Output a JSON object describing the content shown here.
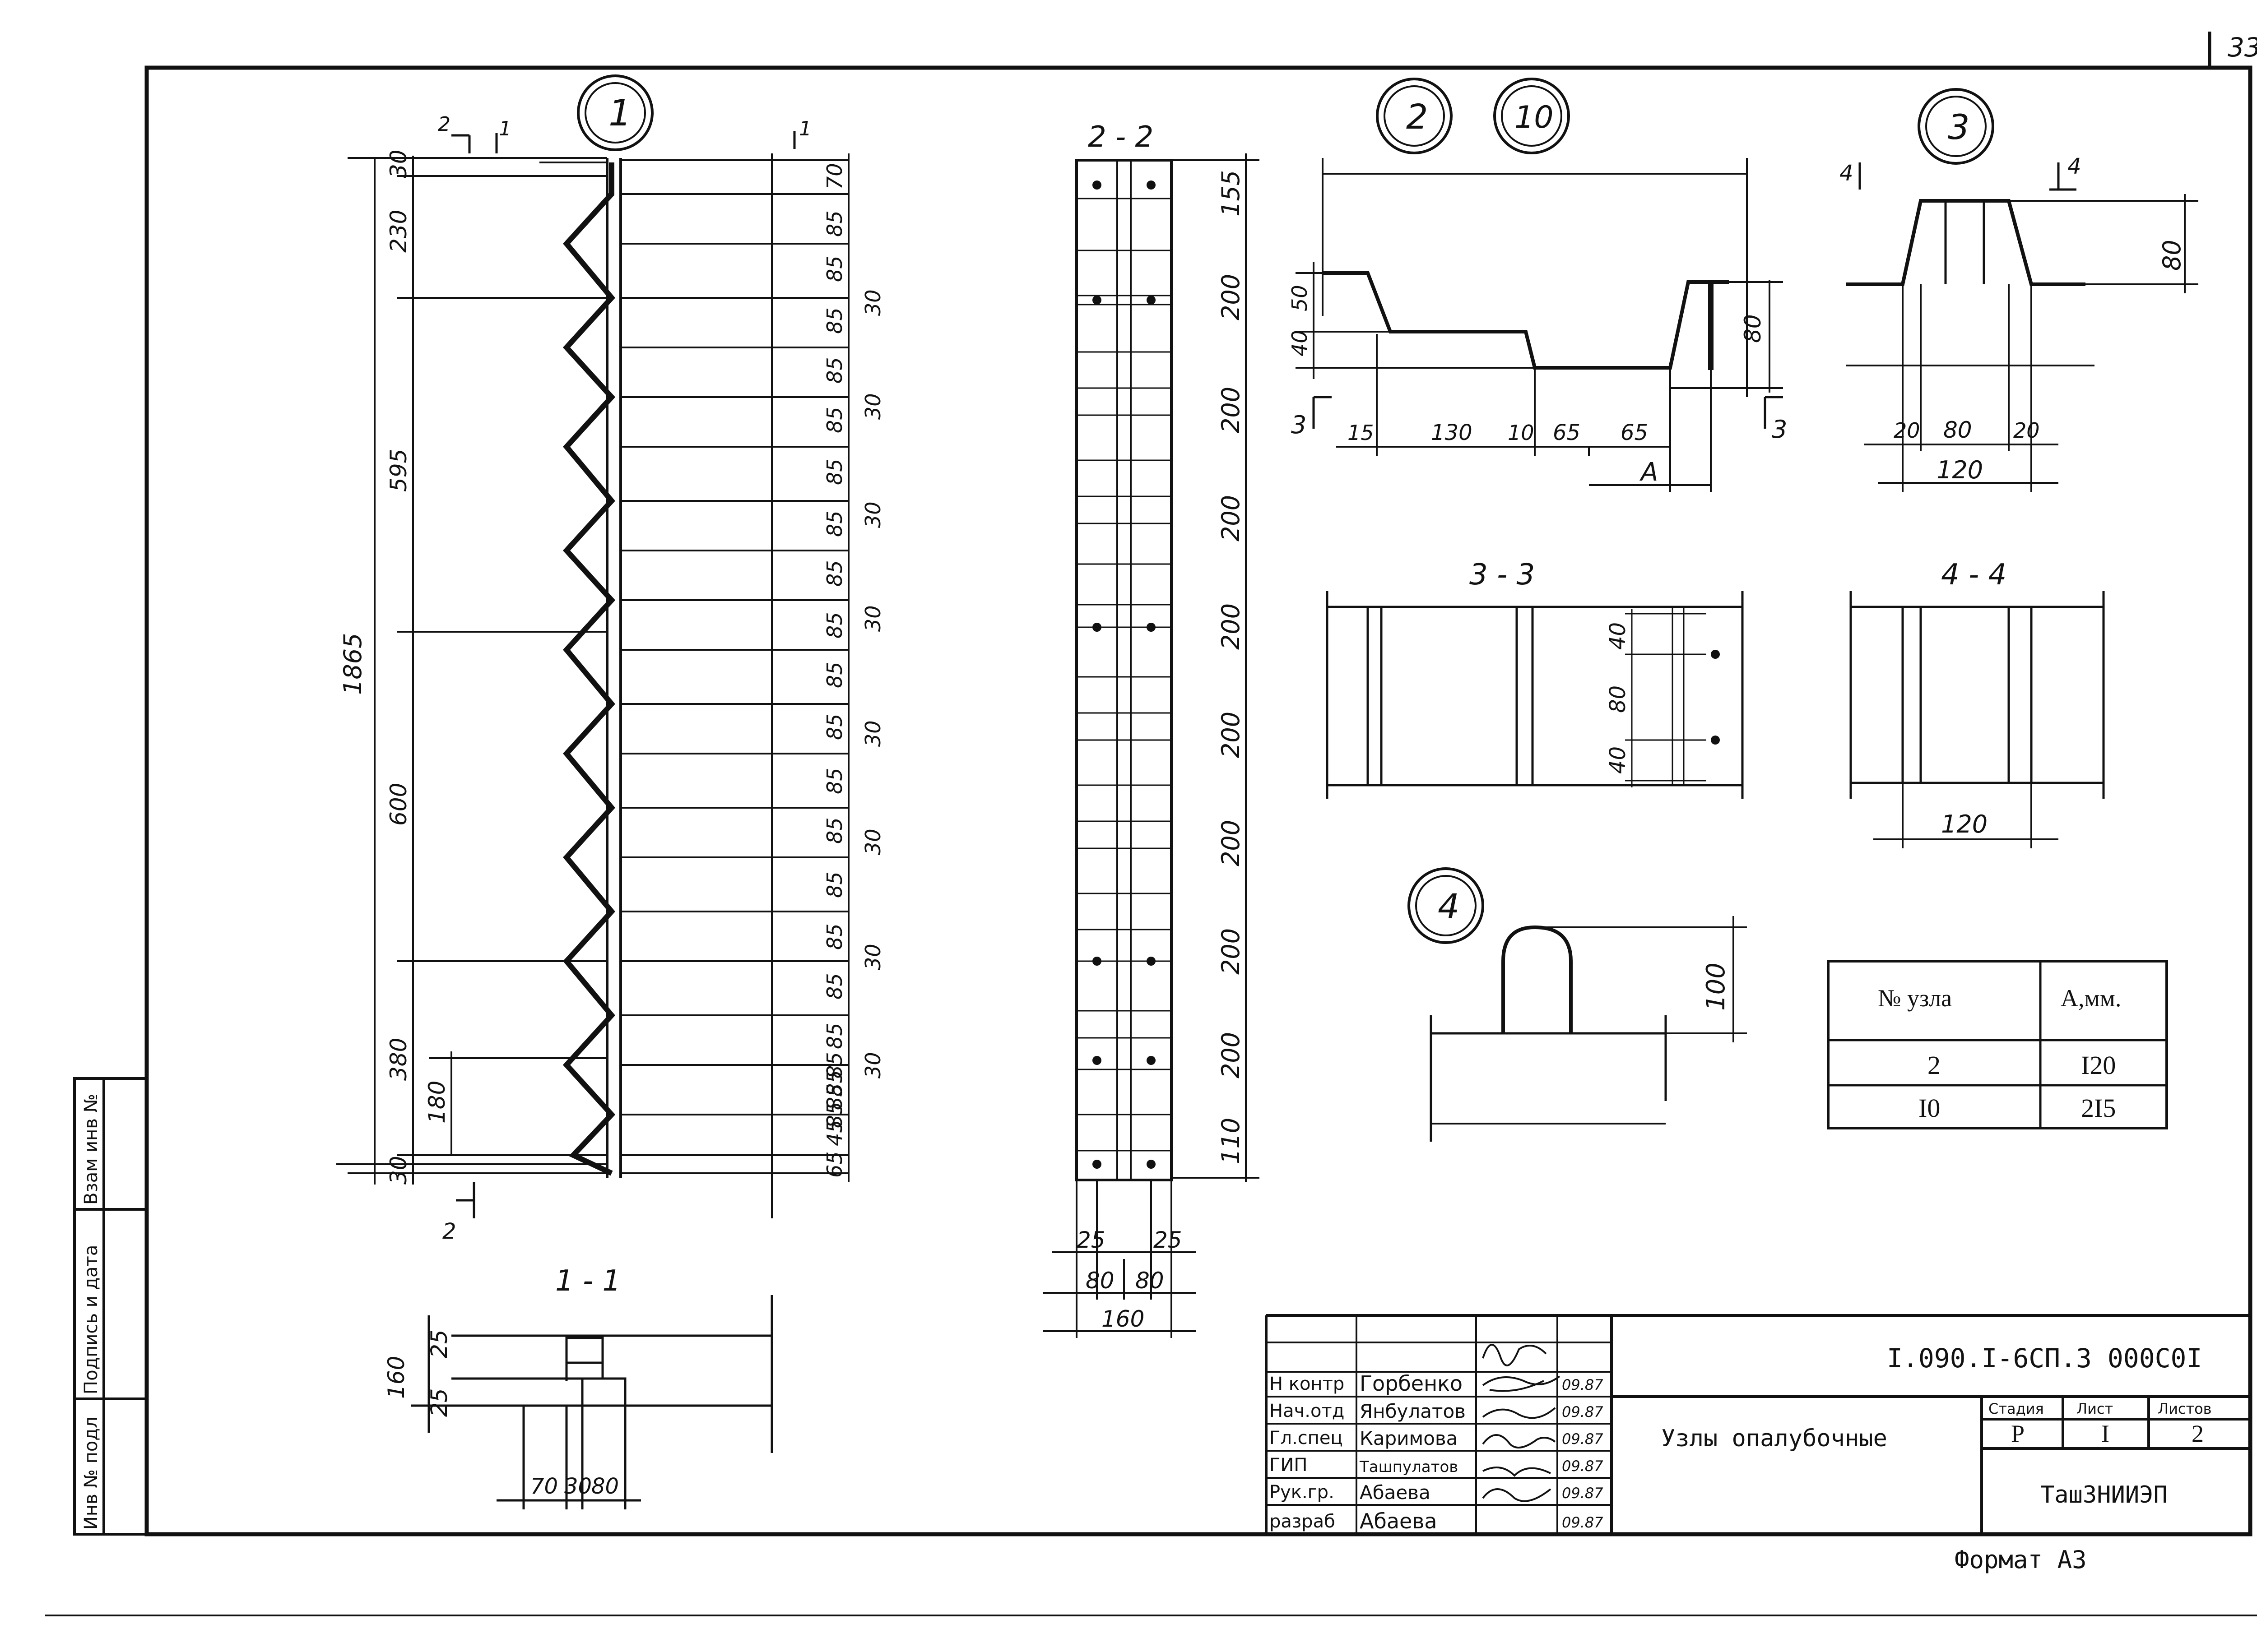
{
  "page_number": "33",
  "format_label": "Формат A3",
  "callouts": {
    "n1": "1",
    "n2": "2",
    "n10": "10",
    "n3": "3",
    "n4": "4"
  },
  "section_titles": {
    "s22": "2 - 2",
    "s11": "1 - 1",
    "s33": "3 - 3",
    "s44": "4 - 4"
  },
  "cut_marks": {
    "c2": "2",
    "c1": "1",
    "c3": "3",
    "c4": "4"
  },
  "detail1": {
    "overall": "1865",
    "left_dims": [
      "30",
      "230",
      "595",
      "600",
      "380",
      "180",
      "30"
    ],
    "right_dims": [
      "70",
      "85",
      "85",
      "30",
      "85",
      "85",
      "85",
      "30",
      "85",
      "85",
      "85",
      "30",
      "85",
      "85",
      "85",
      "30",
      "85",
      "85",
      "85",
      "30",
      "85",
      "85",
      "85",
      "30",
      "85",
      "85",
      "85",
      "30",
      "85",
      "45",
      "65"
    ]
  },
  "detail22": {
    "right_dims": [
      "155",
      "200",
      "200",
      "200",
      "200",
      "200",
      "200",
      "200",
      "200",
      "110"
    ],
    "bottom_dims": [
      "25",
      "25",
      "80",
      "80",
      "160"
    ]
  },
  "detail11": {
    "left_dims": [
      "25",
      "160",
      "25"
    ],
    "bottom_dims": [
      "70",
      "30",
      "80"
    ]
  },
  "detail2": {
    "left_dims": [
      "50",
      "40"
    ],
    "right_dim": "80",
    "bottom_dims": [
      "15",
      "130",
      "10",
      "65",
      "65"
    ],
    "a_label": "A"
  },
  "detail3": {
    "right_dim": "80",
    "bottom_dims": [
      "20",
      "80",
      "20",
      "120"
    ]
  },
  "detail33": {
    "dims": [
      "40",
      "80",
      "40"
    ]
  },
  "detail44": {
    "dim": "120"
  },
  "detail4": {
    "dim": "100"
  },
  "node_table": {
    "headers": [
      "№ узла",
      "A,мм."
    ],
    "rows": [
      [
        "2",
        "I20"
      ],
      [
        "I0",
        "2I5"
      ]
    ]
  },
  "side_stamp": {
    "cells": [
      "Инв № подл",
      "Подпись и дата",
      "Взам инв №"
    ]
  },
  "title_block": {
    "code": "I.090.I-6СП.3  000С0I",
    "title": "Узлы опалубочные",
    "stage_headers": [
      "Стадия",
      "Лист",
      "Листов"
    ],
    "stage_values": [
      "Р",
      "I",
      "2"
    ],
    "org": "ТашЗНИИЭП",
    "staff": [
      {
        "role": "Н контр",
        "name": "Горбенко",
        "date": "09.87"
      },
      {
        "role": "Нач.отд",
        "name": "Янбулатов",
        "date": "09.87"
      },
      {
        "role": "Гл.спец",
        "name": "Каримова",
        "date": "09.87"
      },
      {
        "role": "ГИП",
        "name": "Ташпулатов",
        "date": "09.87"
      },
      {
        "role": "Рук.гр.",
        "name": "Абаева",
        "date": "09.87"
      },
      {
        "role": "разраб",
        "name": "Абаева",
        "date": "09.87"
      }
    ]
  }
}
